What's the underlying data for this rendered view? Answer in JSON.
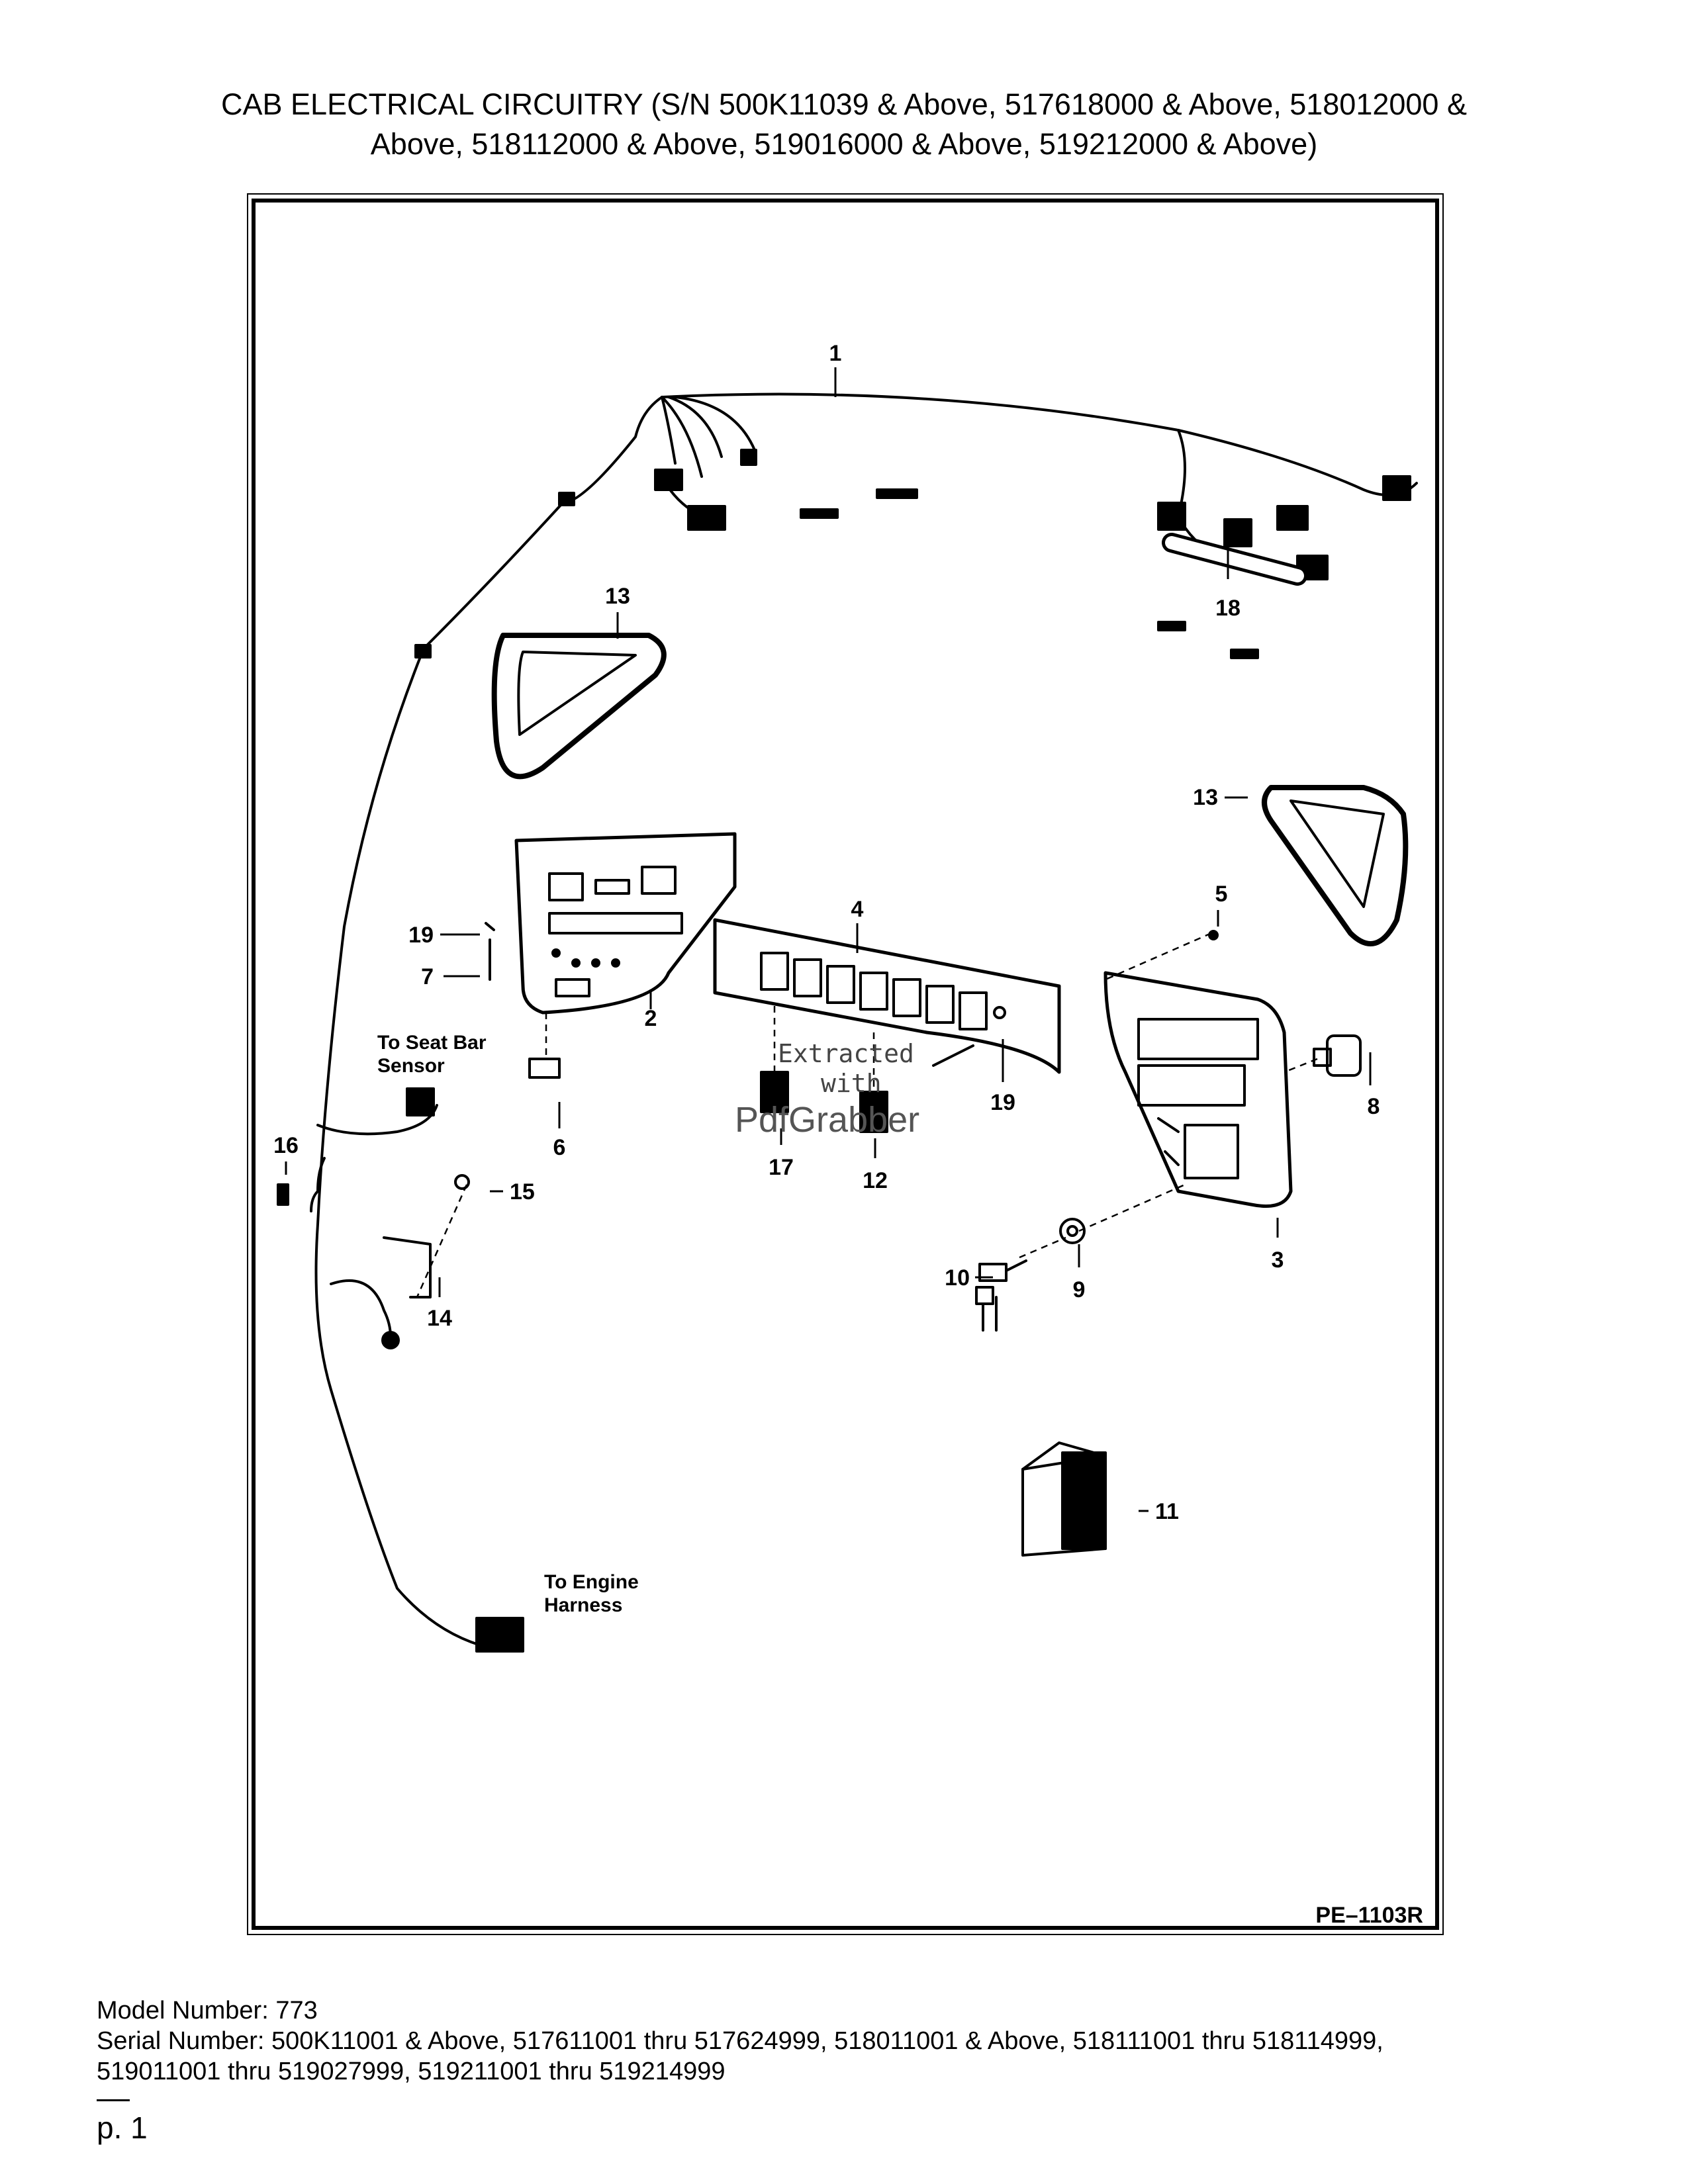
{
  "title": {
    "line1": "CAB ELECTRICAL CIRCUITRY (S/N 500K11039 & Above, 517618000 & Above, 518012000 &",
    "line2": "Above, 518112000 & Above, 519016000 & Above, 519212000 & Above)"
  },
  "diagram": {
    "drawing_code": "PE–1103R",
    "callouts": [
      "1",
      "2",
      "3",
      "4",
      "5",
      "6",
      "7",
      "8",
      "9",
      "10",
      "11",
      "12",
      "13",
      "13",
      "14",
      "15",
      "16",
      "17",
      "18",
      "19",
      "19"
    ],
    "notes": {
      "seat_bar_1": "To Seat Bar",
      "seat_bar_2": "Sensor",
      "engine_1": "To Engine",
      "engine_2": "Harness"
    },
    "watermark": {
      "line1": "Extracted",
      "line2": "with",
      "line3": "PdfGrabber"
    }
  },
  "footer": {
    "model": "Model Number: 773",
    "serial_line1": "Serial Number: 500K11001 & Above, 517611001 thru 517624999, 518011001 & Above, 518111001 thru 518114999,",
    "serial_line2": "519011001 thru 519027999, 519211001 thru 519214999",
    "page": "p. 1"
  }
}
